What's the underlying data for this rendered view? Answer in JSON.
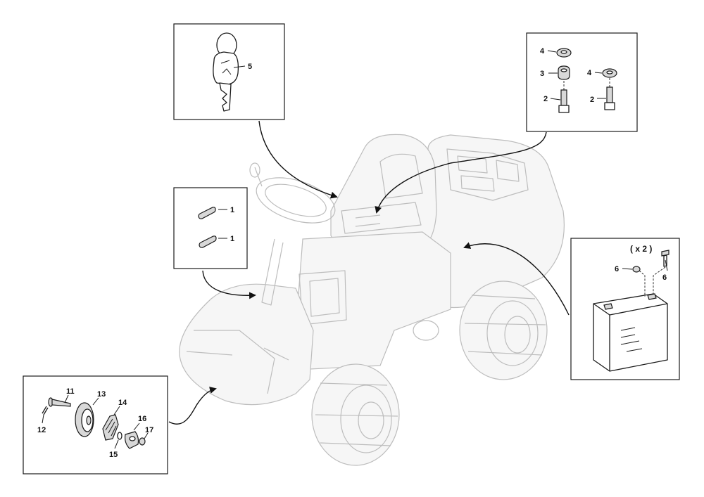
{
  "callouts": {
    "key_box": {
      "key": "5"
    },
    "pins_box": {
      "pin_a": "1",
      "pin_b": "1"
    },
    "seat_fasteners_box": {
      "washer_left": "4",
      "bush": "3",
      "bolt_left": "2",
      "washer_right": "4",
      "bolt_right": "2"
    },
    "battery_box": {
      "quantity": "( x 2 )",
      "nut": "6",
      "screw": "6"
    },
    "wheel_box": {
      "pin": "11",
      "split_pin": "12",
      "wheel": "13",
      "bracket": "14",
      "washer": "15",
      "knob": "16",
      "nut": "17"
    }
  }
}
